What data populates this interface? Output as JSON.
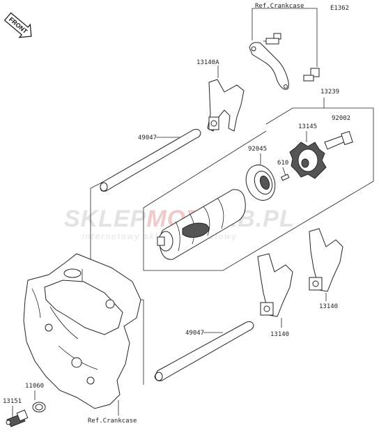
{
  "diagram_code": "E1362",
  "front_label": "FRONT",
  "watermark": {
    "brand_left": "SKLEP",
    "brand_mid": "MOTO",
    "brand_right": "RB.PL",
    "subtitle": "internetowy sklep motocyklowy"
  },
  "references": {
    "top": "Ref.Crankcase",
    "bottom": "Ref.Crankcase"
  },
  "part_labels": {
    "p13140A": "13140A",
    "p13239": "13239",
    "p92002": "92002",
    "p13145": "13145",
    "p49047_top": "49047",
    "p92045": "92045",
    "p610": "610",
    "p13140_right": "13140",
    "p13140_mid": "13140",
    "p49047_bottom": "49047",
    "p11060": "11060",
    "p13151": "13151"
  }
}
